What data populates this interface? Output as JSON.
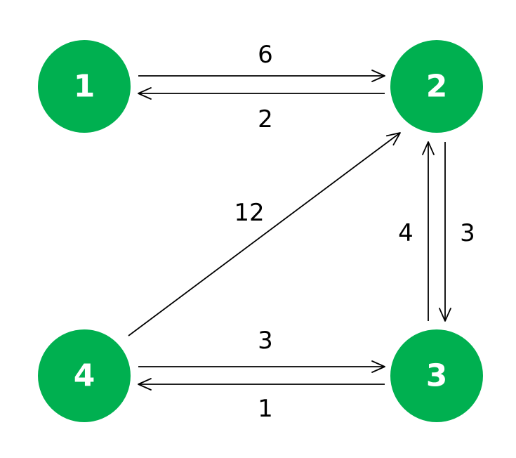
{
  "colors": {
    "node_fill": "#00b050",
    "node_label": "#ffffff",
    "edge": "#000000",
    "weight": "#000000",
    "background": "#ffffff"
  },
  "nodes": [
    {
      "id": "1",
      "label": "1"
    },
    {
      "id": "2",
      "label": "2"
    },
    {
      "id": "3",
      "label": "3"
    },
    {
      "id": "4",
      "label": "4"
    }
  ],
  "edges": [
    {
      "from": "1",
      "to": "2",
      "weight": "6"
    },
    {
      "from": "2",
      "to": "1",
      "weight": "2"
    },
    {
      "from": "2",
      "to": "3",
      "weight": "3"
    },
    {
      "from": "3",
      "to": "2",
      "weight": "4"
    },
    {
      "from": "4",
      "to": "3",
      "weight": "3"
    },
    {
      "from": "3",
      "to": "4",
      "weight": "1"
    },
    {
      "from": "4",
      "to": "2",
      "weight": "12"
    }
  ]
}
